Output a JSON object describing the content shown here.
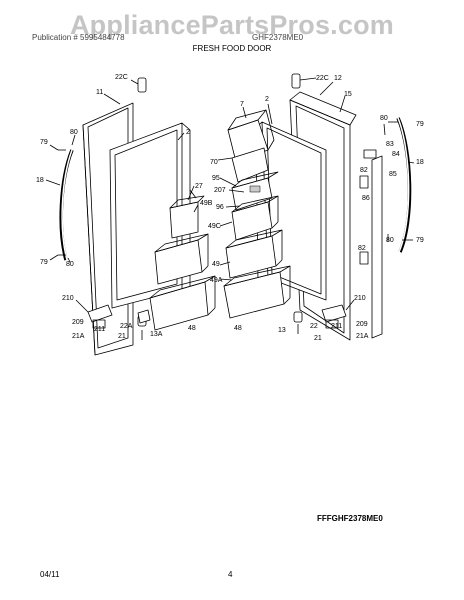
{
  "watermark": "AppliancePartsPros.com",
  "header": {
    "left_text": "Publication # 5995484778",
    "right_text": "GHF2378ME0",
    "section_title": "FRESH FOOD DOOR"
  },
  "footer": {
    "model_code": "FFFGHF2378ME0",
    "date": "04/11",
    "page": "4"
  },
  "callouts": {
    "c22c_l": "22C",
    "c11": "11",
    "c80_l1": "80",
    "c79_l1": "79",
    "c18_l": "18",
    "c79_l2": "79",
    "c80_l2": "80",
    "c2_l": "2",
    "c27": "27",
    "c49b": "49B",
    "c210_l": "210",
    "c209_l": "209",
    "c211_l": "211",
    "c21a_l": "21A",
    "c22a": "22A",
    "c21_l": "21",
    "c13a": "13A",
    "c48_l": "48",
    "c7": "7",
    "c70": "70",
    "c95": "95",
    "c207": "207",
    "c96": "96",
    "c49c": "49C",
    "c49": "49",
    "c49a": "49A",
    "c48_r": "48",
    "c22c_r": "22C",
    "c12": "12",
    "c2_r": "2",
    "c15": "15",
    "c80_r1": "80",
    "c79_r1": "79",
    "c83": "83",
    "c84": "84",
    "c18_r": "18",
    "c82_1": "82",
    "c85": "85",
    "c86": "86",
    "c82_2": "82",
    "c80_r2": "80",
    "c79_r2": "79",
    "c210_r": "210",
    "c13": "13",
    "c22": "22",
    "c21_r": "21",
    "c211_r": "211",
    "c209_r": "209",
    "c21a_r": "21A"
  },
  "colors": {
    "line": "#000000",
    "watermark": "#969696"
  }
}
